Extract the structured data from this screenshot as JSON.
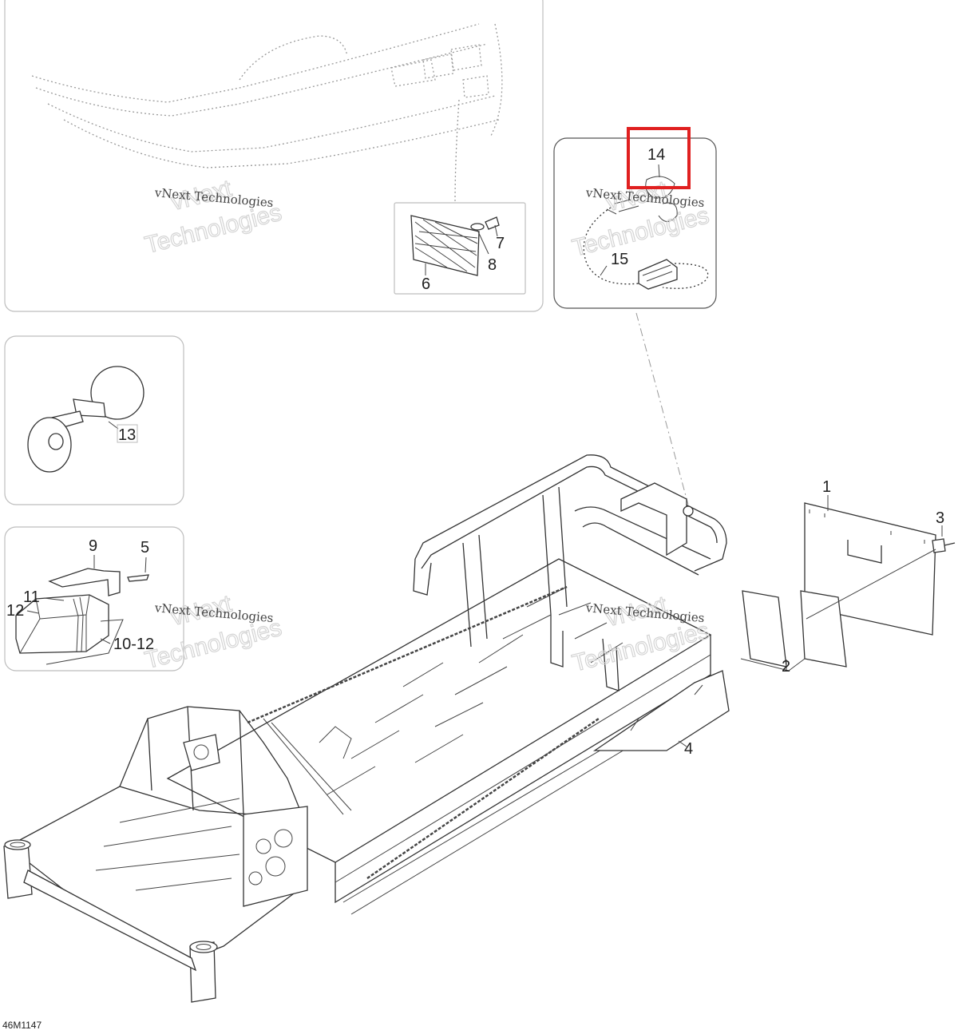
{
  "watermark": {
    "line1": "vNext Technologies",
    "line2": "vNext",
    "line3": "Technologies"
  },
  "callouts": {
    "c1": "1",
    "c2": "2",
    "c3": "3",
    "c4": "4",
    "c5": "5",
    "c6": "6",
    "c7": "7",
    "c8": "8",
    "c9": "9",
    "c10_12": "10-12",
    "c11": "11",
    "c12": "12",
    "c13": "13",
    "c14": "14",
    "c15": "15"
  },
  "highlight": {
    "color": "#e02020",
    "target": "14"
  },
  "figure_ref": "46M1147"
}
